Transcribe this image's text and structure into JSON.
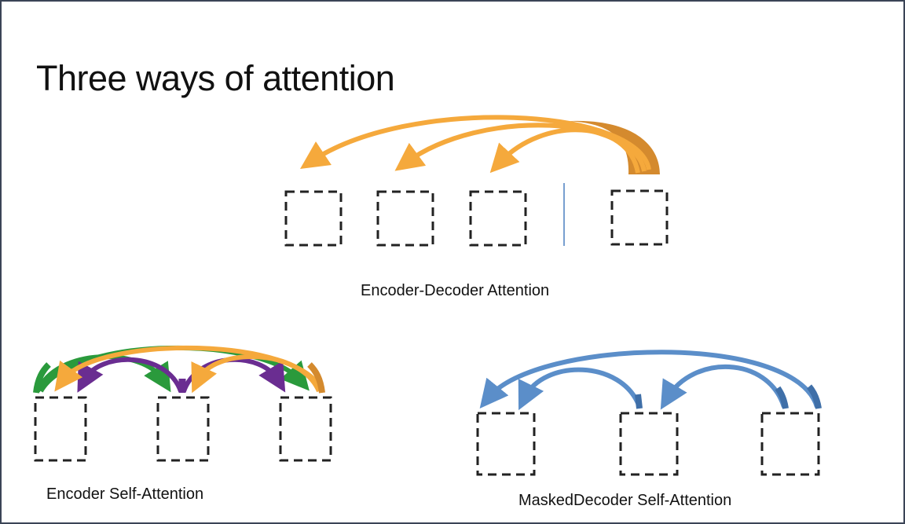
{
  "title": "Three ways of attention",
  "captions": {
    "encoder_decoder": "Encoder-Decoder Attention",
    "encoder_self": "Encoder Self-Attention",
    "masked_decoder_self": "MaskedDecoder Self-Attention"
  },
  "colors": {
    "orange": "#f5a93c",
    "dark_orange": "#d48a2e",
    "green": "#2a9a3c",
    "purple": "#6a2d91",
    "blue": "#5b8ec9",
    "box_stroke": "#222222",
    "divider": "#4a7fc1",
    "border": "#3b4456"
  }
}
